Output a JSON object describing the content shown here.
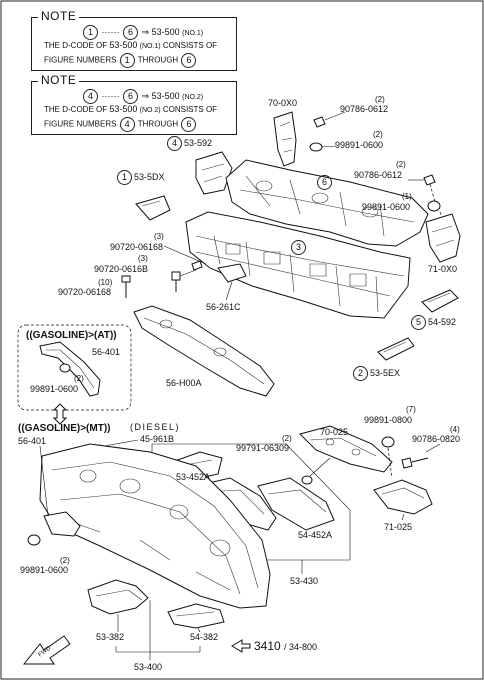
{
  "note1": {
    "header": "NOTE",
    "start_num": "1",
    "end_num": "6",
    "arrow": "⇒",
    "code": "53-500",
    "tag": "(NO.1)",
    "line2": "THE D-CODE OF",
    "line2_code": "53-500",
    "line2_tag": "(NO.1)",
    "line2_end": "CONSISTS OF",
    "line3": "FIGURE NUMBERS",
    "line3_mid": "THROUGH"
  },
  "note2": {
    "header": "NOTE",
    "start_num": "4",
    "end_num": "6",
    "arrow": "⇒",
    "code": "53-500",
    "tag": "(NO.2)",
    "line2": "THE D-CODE OF",
    "line2_code": "53-500",
    "line2_tag": "(NO 2)",
    "line2_end": "CONSISTS OF",
    "line3": "FIGURE NUMBERS",
    "line3_mid": "THROUGH"
  },
  "parts": {
    "p70_0x0": "70-0X0",
    "p90786_0612_a": "90786-0612",
    "q90786_0612_a": "(2)",
    "p99891_0600_a": "99891-0600",
    "q99891_0600_a": "(2)",
    "p53_592_num": "4",
    "p53_592": "53-592",
    "p53_5dx_num": "1",
    "p53_5dx": "53-5DX",
    "fig6": "6",
    "p90786_0612_b": "90786-0612",
    "q90786_0612_b": "(2)",
    "p99891_0600_b": "99891-0600",
    "q99891_0600_b": "(1)",
    "fig3": "3",
    "p90720_06168_a": "90720-06168",
    "q90720_06168_a": "(3)",
    "p90720_0616b": "90720-0616B",
    "q90720_0616b": "(3)",
    "p90720_06168_b": "90720-06168",
    "q90720_06168_b": "(10)",
    "p56_261c": "56-261C",
    "p71_0x0": "71-0X0",
    "p54_592_num": "5",
    "p54_592": "54-592",
    "p53_5ex_num": "2",
    "p53_5ex": "53-5EX",
    "gasoline_at": "((GASOLINE)>(AT))",
    "p56_401_a": "56-401",
    "p99891_0600_c": "99891-0600",
    "q99891_0600_c": "(2)",
    "p56_h00a": "56-H00A",
    "gasoline_mt": "((GASOLINE)>(MT))",
    "p56_401_b": "56-401",
    "diesel": "(DIESEL)",
    "p45_961b": "45-961B",
    "p99791_06309": "99791-06309",
    "q99791_06309": "(2)",
    "p70_025": "70-025",
    "p99891_0800": "99891-0800",
    "q99891_0800": "(7)",
    "p90786_0820": "90786-0820",
    "q90786_0820": "(4)",
    "p53_452a_a": "53-452A",
    "p54_452a": "54-452A",
    "p71_025": "71-025",
    "p99891_0600_d": "99891-0600",
    "q99891_0600_d": "(2)",
    "p53_430": "53-430",
    "p53_382": "53-382",
    "p54_382": "54-382",
    "p3410": "3410",
    "p34_800": "/ 34-800",
    "p53_400": "53-400",
    "fwd": "FWD"
  }
}
